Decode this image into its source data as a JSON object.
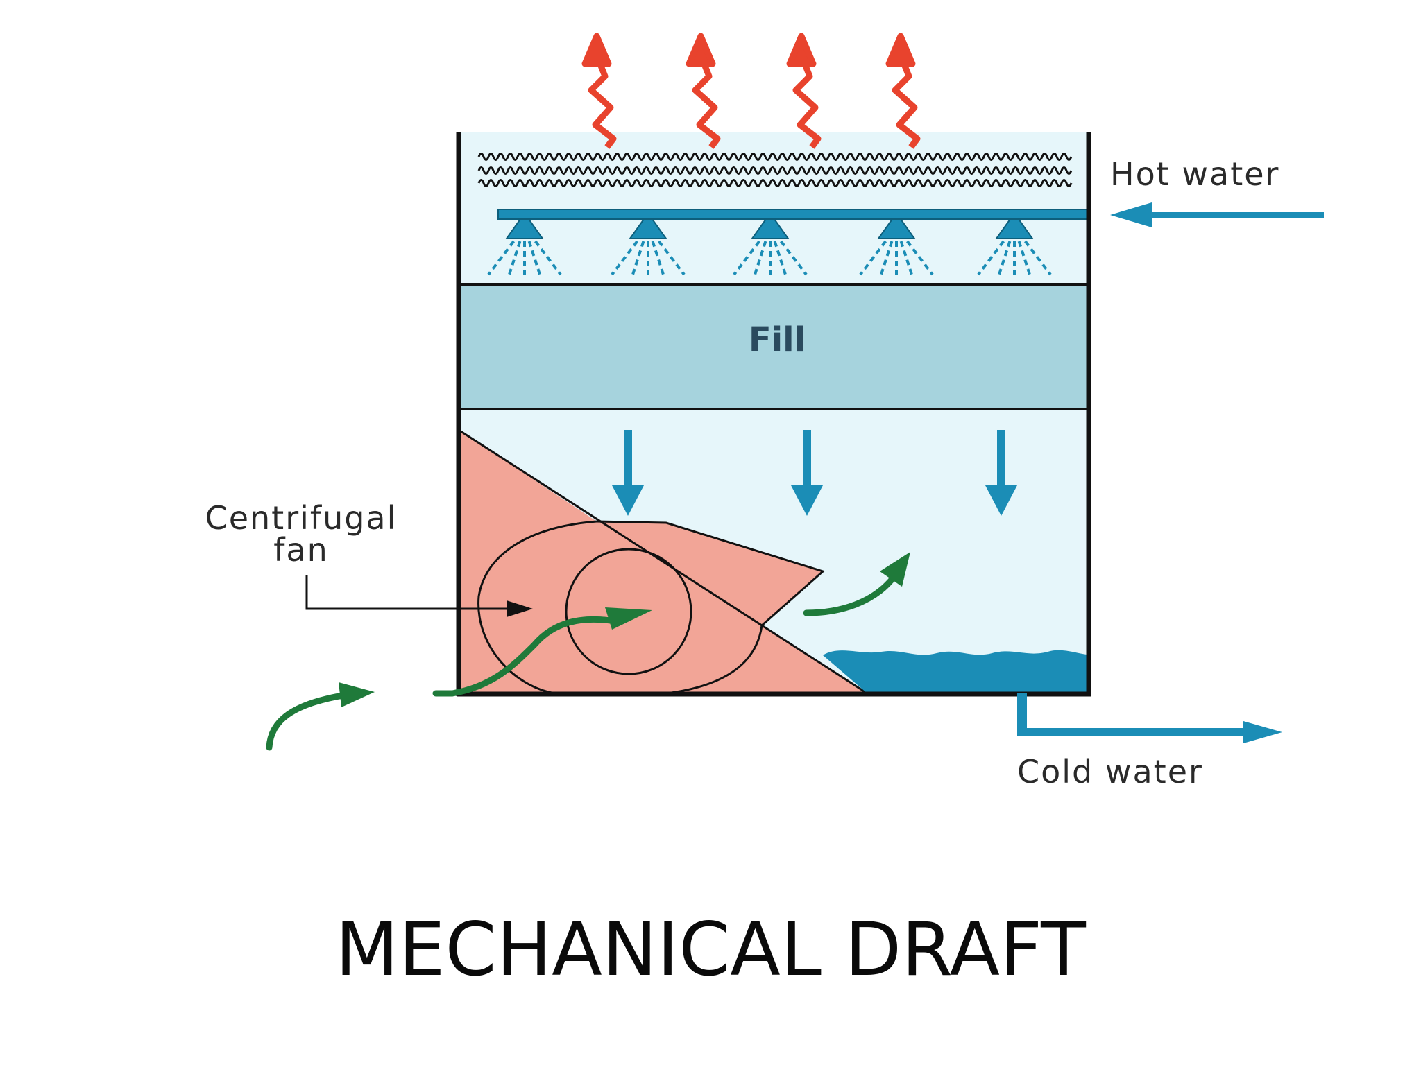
{
  "title": "MECHANICAL DRAFT",
  "labels": {
    "fill": "Fill",
    "hot_water": "Hot water",
    "cold_water": "Cold water",
    "fan_line1": "Centrifugal",
    "fan_line2": "fan"
  },
  "colors": {
    "tower_interior": "#e6f6fa",
    "fill_band": "#a6d3dd",
    "water_blue": "#1b8db6",
    "fan_housing": "#f2a597",
    "vapor_red": "#e8432d",
    "airflow_green": "#1f7a3a",
    "outline": "#111111"
  }
}
